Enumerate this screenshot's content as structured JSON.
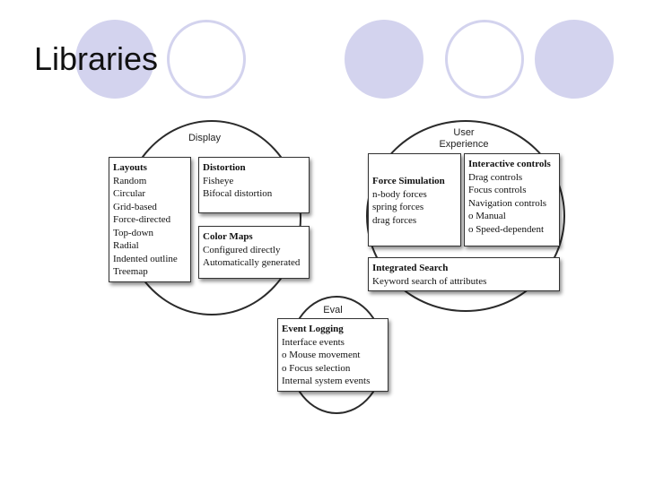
{
  "slide": {
    "title": "Libraries"
  },
  "colors": {
    "decor_fill": "#d3d3ee",
    "outline": "#2b2b2b"
  },
  "groups": {
    "display": {
      "label": "Display",
      "layouts": {
        "title": "Layouts",
        "items": [
          "Random",
          "Circular",
          "Grid-based",
          "Force-directed",
          "Top-down",
          "Radial",
          "Indented outline",
          "Treemap"
        ]
      },
      "distortion": {
        "title": "Distortion",
        "items": [
          "Fisheye",
          "Bifocal distortion"
        ]
      },
      "color_maps": {
        "title": "Color Maps",
        "items": [
          "Configured directly",
          "Automatically generated"
        ]
      }
    },
    "user_experience": {
      "label_line1": "User",
      "label_line2": "Experience",
      "force_simulation": {
        "title": "Force Simulation",
        "items": [
          "n-body forces",
          "spring forces",
          "drag forces"
        ]
      },
      "interactive_controls": {
        "title": "Interactive controls",
        "items": [
          "Drag controls",
          "Focus controls",
          "Navigation controls",
          "o   Manual",
          "o   Speed-dependent"
        ]
      },
      "integrated_search": {
        "title": "Integrated Search",
        "items": [
          "Keyword search of attributes"
        ]
      }
    },
    "eval": {
      "label": "Eval",
      "event_logging": {
        "title": "Event Logging",
        "items": [
          "Interface events",
          "o   Mouse movement",
          "o   Focus selection",
          "Internal system events"
        ]
      }
    }
  }
}
